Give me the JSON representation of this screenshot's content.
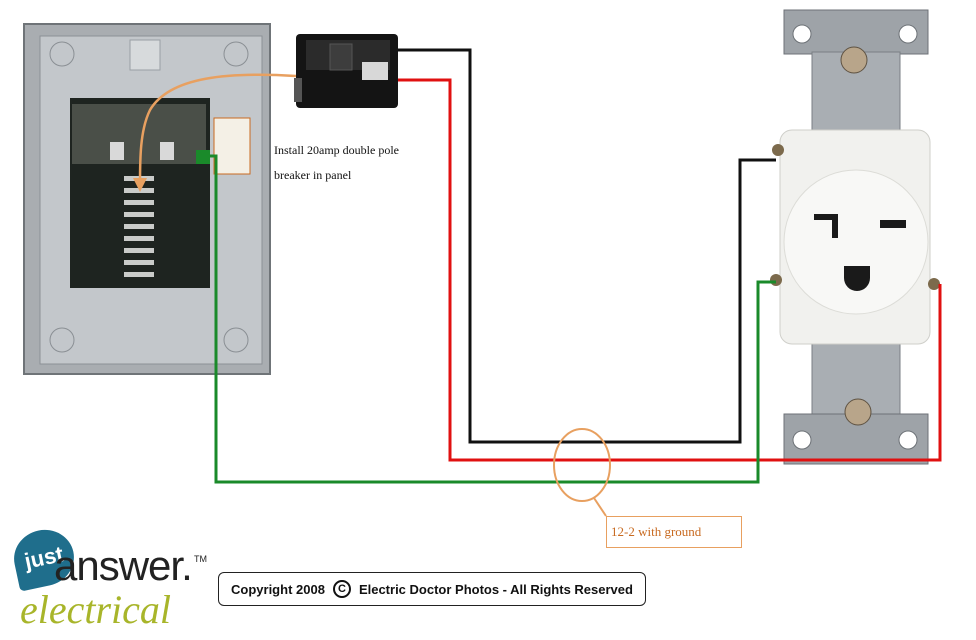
{
  "diagram": {
    "breaker_note_line1": "Install 20amp double pole",
    "breaker_note_line2": "breaker in panel",
    "cable_note": "12-2 with ground",
    "copyright_left": "Copyright 2008",
    "copyright_symbol": "C",
    "copyright_right": "Electric Doctor Photos - All Rights Reserved",
    "logo_just": "just",
    "logo_answer": "answer.",
    "logo_tm": "TM",
    "logo_electrical": "electrical",
    "colors": {
      "hot_black": "#111111",
      "hot_red": "#e01010",
      "ground_green": "#1a8a2a",
      "callout_orange": "#e8a060",
      "panel_gray": "#b8bcc0",
      "logo_blue": "#1f6e8c",
      "logo_green": "#a8b52a"
    }
  }
}
